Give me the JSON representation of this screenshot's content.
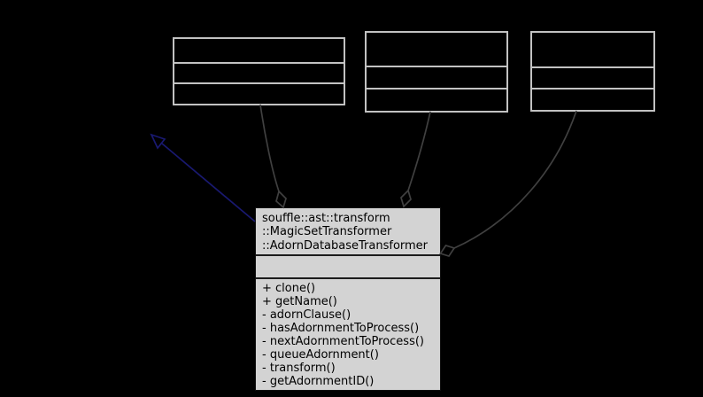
{
  "diagram": {
    "type": "uml-collaboration-diagram",
    "background_color": "#000000",
    "colors": {
      "node_border": "#c2c2c2",
      "main_node_fill": "#d3d3d3",
      "main_node_text": "#000000",
      "aggregation_edge": "#404040",
      "inheritance_edge": "#191970"
    },
    "main_class": {
      "title_lines": [
        "souffle::ast::transform",
        "::MagicSetTransformer",
        "::AdornDatabaseTransformer"
      ],
      "attributes": [],
      "methods": [
        "+ clone()",
        "+ getName()",
        "- adornClause()",
        "- hasAdornmentToProcess()",
        "- nextAdornmentToProcess()",
        "- queueAdornment()",
        "- transform()",
        "- getAdornmentID()"
      ]
    },
    "related_class_count": 3
  }
}
